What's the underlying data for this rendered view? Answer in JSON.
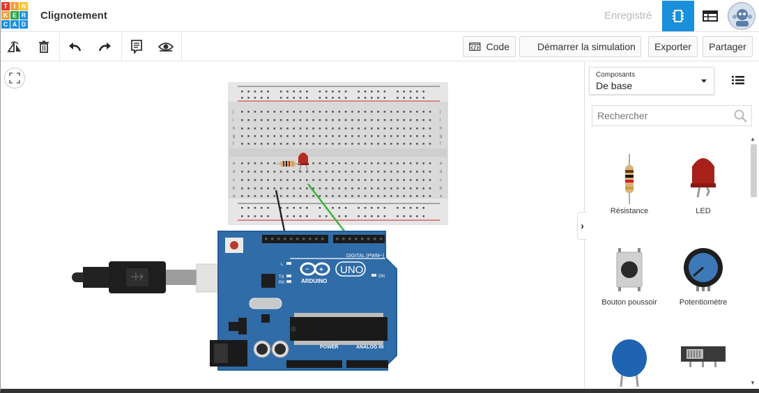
{
  "header": {
    "logo_letters": [
      "T",
      "I",
      "N",
      "K",
      "E",
      "R",
      "C",
      "A",
      "D"
    ],
    "logo_colors": [
      "#e3382a",
      "#f2a33a",
      "#f7c42a",
      "#f2a33a",
      "#2ea44f",
      "#1a8fdb",
      "#1a8fdb",
      "#1a8fdb",
      "#1a8fdb"
    ],
    "title": "Clignotement",
    "saved_status": "Enregistré",
    "accent": "#1a8fdb"
  },
  "toolbar": {
    "code_label": "Code",
    "simulate_label": "Démarrer la simulation",
    "export_label": "Exporter",
    "share_label": "Partager"
  },
  "panel": {
    "dropdown_caption": "Composants",
    "dropdown_value": "De base",
    "search_placeholder": "Rechercher",
    "components": [
      {
        "label": "Résistance",
        "icon": "resistor-icon"
      },
      {
        "label": "LED",
        "icon": "led-icon"
      },
      {
        "label": "Bouton poussoir",
        "icon": "pushbutton-icon"
      },
      {
        "label": "Potentiomètre",
        "icon": "potentiometer-icon"
      },
      {
        "label": "",
        "icon": "capacitor-icon"
      },
      {
        "label": "",
        "icon": "slide-switch-icon"
      }
    ]
  },
  "canvas": {
    "arduino": {
      "brand": "ARDUINO",
      "model": "UNO",
      "digital_label": "DIGITAL (PWM~)",
      "power_label": "POWER",
      "analog_label": "ANALOG IN",
      "on_label": "ON",
      "l_label": "L",
      "tx_label": "TX",
      "rx_label": "RX"
    },
    "breadboard": {
      "row_letters_top": [
        "j",
        "i",
        "h",
        "g",
        "f"
      ],
      "row_letters_bottom": [
        "e",
        "d",
        "c",
        "b",
        "a"
      ]
    },
    "wire_colors": {
      "black": "#222222",
      "green": "#3bb03b"
    }
  }
}
